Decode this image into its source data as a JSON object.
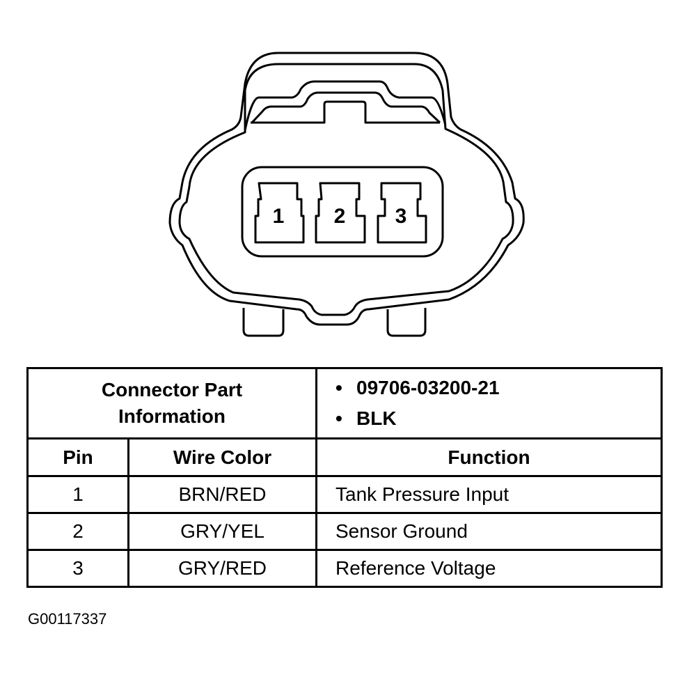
{
  "diagram": {
    "type": "connector-face-view",
    "pins": [
      {
        "number": "1"
      },
      {
        "number": "2"
      },
      {
        "number": "3"
      }
    ]
  },
  "table": {
    "title_line1": "Connector Part",
    "title_line2": "Information",
    "part_info": [
      {
        "bullet": "•",
        "text": "09706-03200-21"
      },
      {
        "bullet": "•",
        "text": "BLK"
      }
    ],
    "headers": {
      "pin": "Pin",
      "wire_color": "Wire Color",
      "function": "Function"
    },
    "rows": [
      {
        "pin": "1",
        "wire_color": "BRN/RED",
        "function": "Tank Pressure Input"
      },
      {
        "pin": "2",
        "wire_color": "GRY/YEL",
        "function": "Sensor Ground"
      },
      {
        "pin": "3",
        "wire_color": "GRY/RED",
        "function": "Reference Voltage"
      }
    ]
  },
  "caption": "G00117337"
}
